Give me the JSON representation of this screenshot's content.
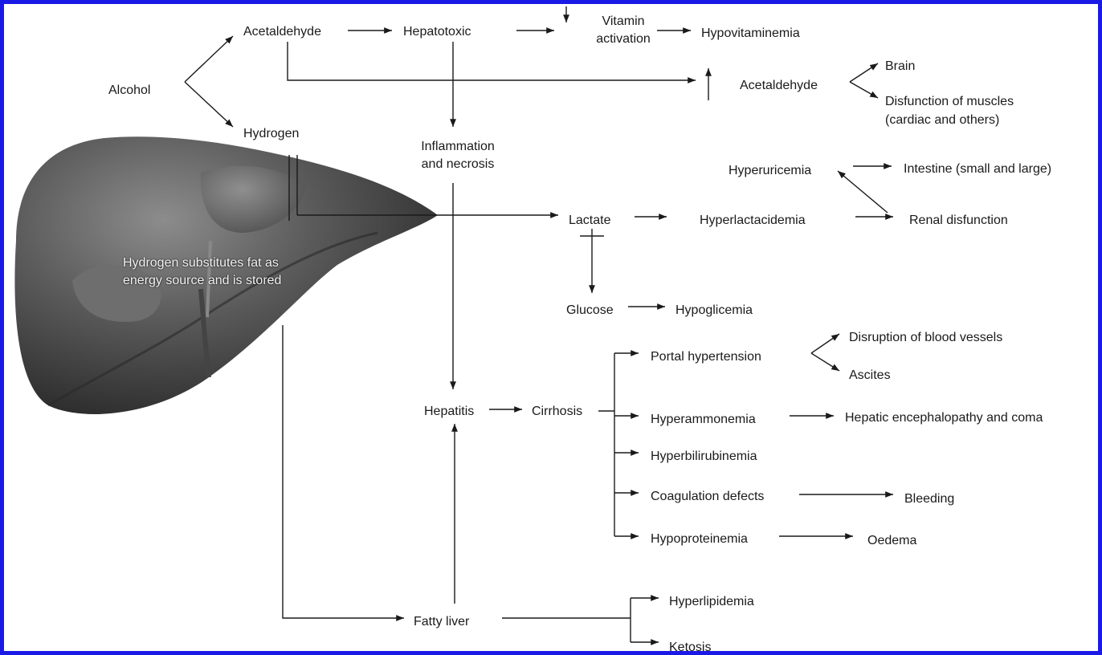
{
  "labels": {
    "alcohol": "Alcohol",
    "acetaldehyde_top": "Acetaldehyde",
    "hydrogen": "Hydrogen",
    "hepatotoxic": "Hepatotoxic",
    "vitamin_activation_1": "Vitamin",
    "vitamin_activation_2": "activation",
    "hypovitaminemia": "Hypovitaminemia",
    "acetaldehyde_right": "Acetaldehyde",
    "brain": "Brain",
    "muscles_1": "Disfunction of muscles",
    "muscles_2": "(cardiac and others)",
    "inflammation_1": "Inflammation",
    "inflammation_2": "and necrosis",
    "hyperuricemia": "Hyperuricemia",
    "intestine": "Intestine (small and large)",
    "lactate": "Lactate",
    "hyperlactacidemia": "Hyperlactacidemia",
    "renal": "Renal disfunction",
    "liver_note_1": "Hydrogen substitutes fat as",
    "liver_note_2": "energy source and is stored",
    "glucose": "Glucose",
    "hypoglicemia": "Hypoglicemia",
    "portal_hypertension": "Portal hypertension",
    "disruption": "Disruption of blood vessels",
    "ascites": "Ascites",
    "hepatitis": "Hepatitis",
    "cirrhosis": "Cirrhosis",
    "hyperammonemia": "Hyperammonemia",
    "encephalopathy": "Hepatic encephalopathy and coma",
    "hyperbilirubinemia": "Hyperbilirubinemia",
    "coagulation": "Coagulation defects",
    "bleeding": "Bleeding",
    "hypoproteinemia": "Hypoproteinemia",
    "oedema": "Oedema",
    "fatty_liver": "Fatty liver",
    "hyperlipidemia": "Hyperlipidemia",
    "ketosis": "Ketosis"
  },
  "colors": {
    "frame": "#1a1ae6",
    "line": "#1a1a1a",
    "liver_dark": "#2e2e2e",
    "liver_mid": "#5a5a5a",
    "liver_light": "#8c8c8c"
  }
}
